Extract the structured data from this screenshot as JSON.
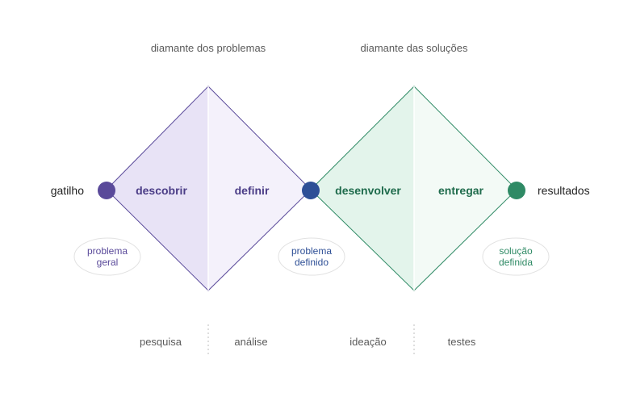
{
  "headers": {
    "problem_diamond": "diamante dos problemas",
    "solution_diamond": "diamante das soluções"
  },
  "endpoints": {
    "start": "gatilho",
    "end": "resultados"
  },
  "phases": {
    "discover": "descobrir",
    "define": "definir",
    "develop": "desenvolver",
    "deliver": "entregar"
  },
  "bubbles": {
    "general_problem": [
      "problema",
      "geral"
    ],
    "defined_problem": [
      "problema",
      "definido"
    ],
    "defined_solution": [
      "solução",
      "definida"
    ]
  },
  "activities": {
    "research": "pesquisa",
    "analysis": "análise",
    "ideation": "ideação",
    "tests": "testes"
  },
  "colors": {
    "purple": "#5a4a9a",
    "purple_fill_left": "#e8e3f6",
    "purple_fill_right": "#f4f1fb",
    "blue": "#2e4f96",
    "green": "#2f8a65",
    "green_text": "#1f6b4c",
    "green_fill_left": "#e3f4eb",
    "green_fill_right": "#f3faf6"
  }
}
